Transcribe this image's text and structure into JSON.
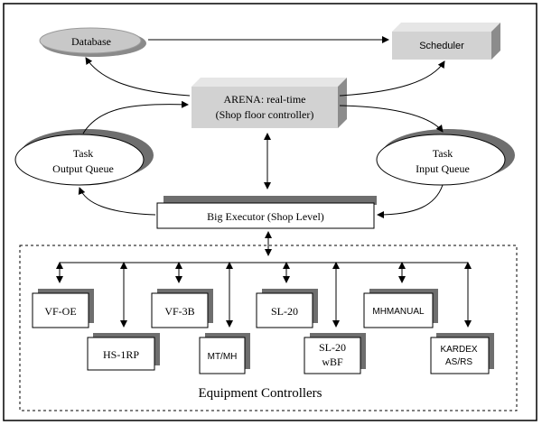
{
  "nodes": {
    "database": "Database",
    "scheduler": "Scheduler",
    "arena_line1": "ARENA: real-time",
    "arena_line2": "(Shop floor controller)",
    "task_output_line1": "Task",
    "task_output_line2": "Output Queue",
    "task_input_line1": "Task",
    "task_input_line2": "Input Queue",
    "big_executor": "Big Executor (Shop Level)"
  },
  "equipment": {
    "vf_oe": "VF-OE",
    "hs_1rp": "HS-1RP",
    "vf_3b": "VF-3B",
    "mt_mh": "MT/MH",
    "sl_20": "SL-20",
    "sl_20_wbf_line1": "SL-20",
    "sl_20_wbf_line2": "wBF",
    "mhmanual": "MHMANUAL",
    "kardex_line1": "KARDEX",
    "kardex_line2": "AS/RS"
  },
  "group_label": "Equipment Controllers",
  "colors": {
    "box_fill": "#d2d2d2",
    "shadow": "#6e6e6e",
    "ellipse_fill": "#c8c8c8",
    "line": "#000000"
  }
}
